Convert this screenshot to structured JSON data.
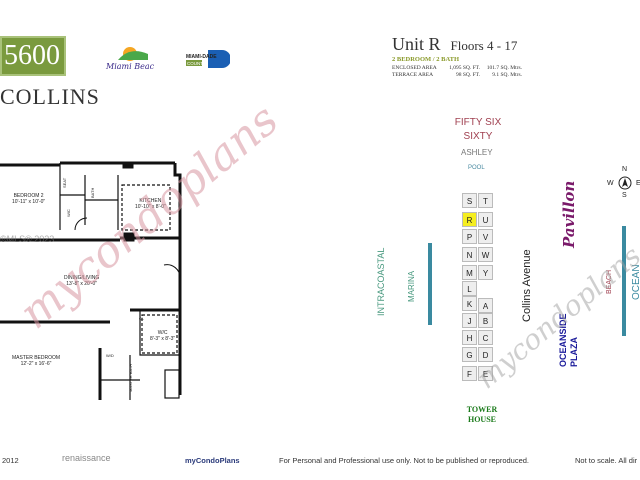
{
  "header": {
    "logo_number": "5600",
    "logo_name": "COLLINS",
    "city_logo_text": "Miami Beach",
    "county_logo_text": "MIAMI-DADE COUNTY"
  },
  "unit": {
    "title": "Unit R",
    "floors": "Floors 4 - 17",
    "type": "2 BEDROOM / 2 BATH",
    "areas": [
      {
        "label": "ENCLOSED AREA",
        "sqft": "1,095 SQ. FT.",
        "sqm": "101.7 SQ. Mtrs."
      },
      {
        "label": "TERRACE AREA",
        "sqft": "98 SQ. FT.",
        "sqm": "9.1 SQ. Mtrs."
      }
    ]
  },
  "floorplan": {
    "rooms": [
      {
        "name": "BEDROOM 2",
        "size": "10'-11\" x 10'-0\""
      },
      {
        "name": "KITCHEN",
        "size": "10'-10\" x 8'-0\""
      },
      {
        "name": "DINING/LIVING",
        "size": "13'-8\" x 20'-0\""
      },
      {
        "name": "W/C",
        "size": "8'-3\" x 8'-3\""
      },
      {
        "name": "MASTER BEDROOM",
        "size": "12'-2\" x 16'-6\""
      }
    ],
    "labels": {
      "bath": "BATH",
      "master_bath": "MASTER BATH",
      "wic": "WIC",
      "cl": "CL",
      "wd": "W/D",
      "seat": "SEAT"
    },
    "mls_watermark": "©MLS® 2023"
  },
  "siteplan": {
    "north_buildings": [
      "FIFTY SIX",
      "SIXTY"
    ],
    "ashley": "ASHLEY",
    "pool": "POOL",
    "intracoastal": "INTRACOASTAL",
    "marina": "MARINA",
    "collins": "Collins Avenue",
    "pavillon": "Pavillon",
    "oceanside": [
      "OCEANSIDE",
      "PLAZA"
    ],
    "beach": "BEACH",
    "ocean": "OCEAN",
    "tower_house": [
      "TOWER",
      "HOUSE"
    ],
    "compass": {
      "n": "N",
      "s": "S",
      "w": "W",
      "e": "E"
    },
    "left_units": [
      "S",
      "R",
      "P",
      "N",
      "M",
      "L",
      "K",
      "J",
      "H",
      "G",
      "F"
    ],
    "right_units": [
      "T",
      "U",
      "V",
      "W",
      "Y",
      "A",
      "B",
      "C",
      "D",
      "E"
    ],
    "highlighted_unit": "R",
    "highlight_color": "#f5ee20"
  },
  "watermark": "mycondoplans",
  "footer": {
    "year": "2012",
    "developer": "renaissance",
    "brand": "myCondoPlans",
    "notice": "For Personal and Professional use only.  Not to be published or reproduced.",
    "scale_note": "Not to scale.  All dir"
  }
}
